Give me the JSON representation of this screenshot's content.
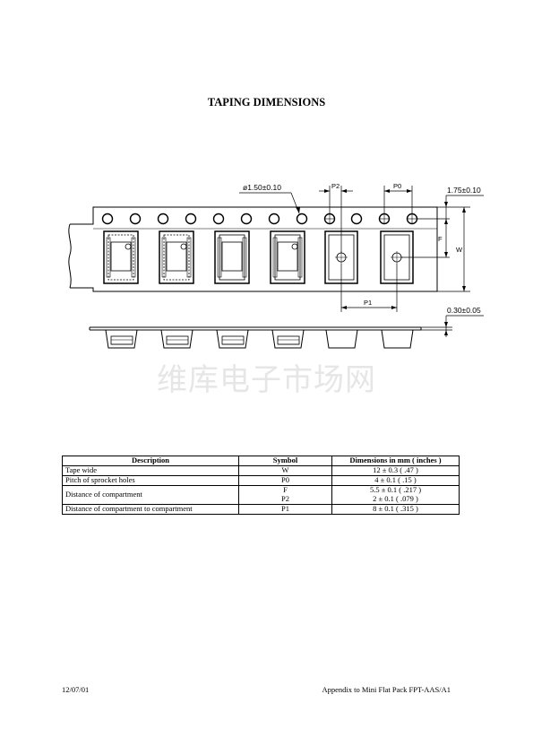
{
  "title": "TAPING DIMENSIONS",
  "drawing": {
    "hole_label": "ø1.50±0.10",
    "p2_label": "P2",
    "p0_label": "P0",
    "edge_label": "1.75±0.10",
    "f_label": "F",
    "w_label": "W",
    "p1_label": "P1",
    "thickness_label": "0.30±0.05"
  },
  "watermark": "维库电子市场网",
  "table": {
    "headers": [
      "Description",
      "Symbol",
      "Dimensions in mm  ( inches )"
    ],
    "rows": [
      {
        "description": "Tape wide",
        "symbol": "W",
        "dimension": "12 ± 0.3 ( .47 )"
      },
      {
        "description": "Pitch of sprocket holes",
        "symbol": "P0",
        "dimension": "4 ± 0.1 ( .15 )"
      },
      {
        "description": "Distance of compartment",
        "symbol": "F",
        "dimension": "5.5 ± 0.1 ( .217 )",
        "symbol2": "P2",
        "dimension2": "2 ± 0.1 ( .079 )"
      },
      {
        "description": "Distance of compartment to compartment",
        "symbol": "P1",
        "dimension": "8 ± 0.1 ( .315 )"
      }
    ]
  },
  "footer": {
    "date": "12/07/01",
    "reference": "Appendix to Mini Flat Pack FPT-AAS/A1"
  }
}
